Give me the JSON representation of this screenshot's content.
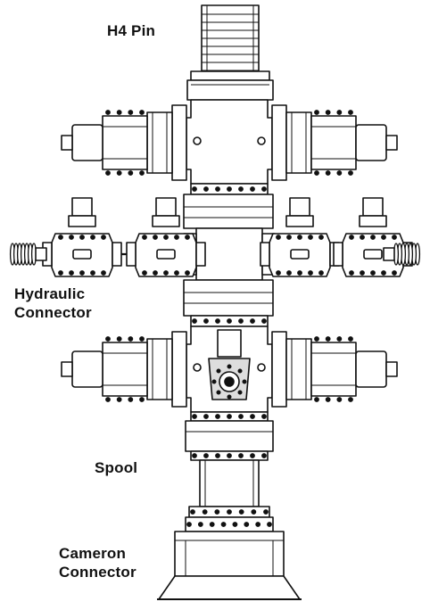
{
  "labels": {
    "h4_pin": "H4 Pin",
    "hydraulic_connector": [
      "Hydraulic",
      "Connector"
    ],
    "spool": "Spool",
    "cameron_connector": [
      "Cameron",
      "Connector"
    ]
  },
  "colors": {
    "stroke": "#111111",
    "fill": "#ffffff",
    "shade": "#dddddd"
  },
  "components": {
    "upper_cross_valves": 2,
    "middle_run_valves": 4,
    "lower_cross_valves": 2,
    "actuator_springs": 2
  }
}
